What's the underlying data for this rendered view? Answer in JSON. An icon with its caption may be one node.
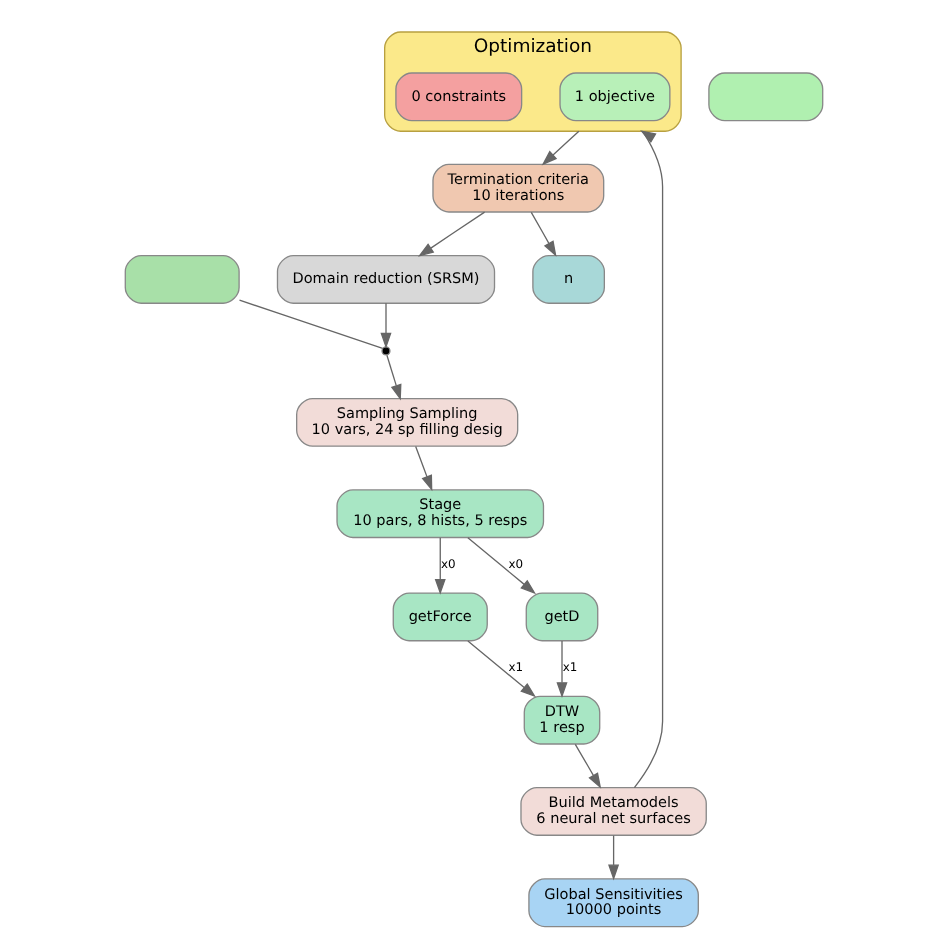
{
  "diagram": {
    "nodes": [
      {
        "text": [],
        "shape": "box"
      },
      {
        "text": [
          "Sampling Sampling",
          "10 vars, 24 sp filling desig"
        ]
      },
      {
        "text": [
          "Stage",
          "10 pars, 8 hists, 5 resps"
        ]
      },
      {
        "text": [
          "getForce"
        ]
      },
      {
        "text": [
          "getD"
        ]
      },
      {
        "text": [
          "DTW",
          "1 resp"
        ]
      },
      {
        "text": [
          "Build Metamodels",
          "6 neural net surfaces"
        ]
      },
      {
        "text": [
          "Global Sensitivities",
          "10000 points"
        ]
      },
      {
        "text": [
          "Optimization"
        ]
      },
      {
        "text": [
          "1 objective"
        ],
        "in": 8
      },
      {
        "text": [
          "0 constraints"
        ],
        "in": 8
      },
      {
        "text": [
          "Termination criteria",
          "10 iterations"
        ]
      },
      {
        "text": [
          "Domain reduction (SRSM)"
        ]
      },
      {
        "text": [],
        "shape": "box"
      },
      {
        "text": [
          "n"
        ]
      },
      {
        "text": [],
        "shape": "circle"
      }
    ],
    "edges": [
      {
        "from": 0,
        "to": 15,
        "arrow": "none"
      },
      {
        "from": 15,
        "to": 1,
        "arrow": "to"
      },
      {
        "from": 12,
        "to": 15,
        "arrow": "to"
      },
      {
        "from": 1,
        "to": 2,
        "arrow": "to"
      },
      {
        "from": 2,
        "to": 3,
        "arrow": "to",
        "label": "x0"
      },
      {
        "from": 2,
        "to": 4,
        "arrow": "to",
        "label": "x0"
      },
      {
        "from": 3,
        "to": 5,
        "arrow": "to",
        "label": "x1"
      },
      {
        "from": 4,
        "to": 5,
        "arrow": "to",
        "label": "x1"
      },
      {
        "from": 5,
        "to": 6,
        "arrow": "to"
      },
      {
        "from": 6,
        "to": 7,
        "arrow": "to"
      },
      {
        "from": 6,
        "to": 8,
        "arrow": "to"
      },
      {
        "from": 8,
        "to": 11,
        "arrow": "to"
      },
      {
        "from": 11,
        "to": 12,
        "arrow": "to"
      },
      {
        "from": 11,
        "to": 14,
        "arrow": "to"
      }
    ]
  }
}
